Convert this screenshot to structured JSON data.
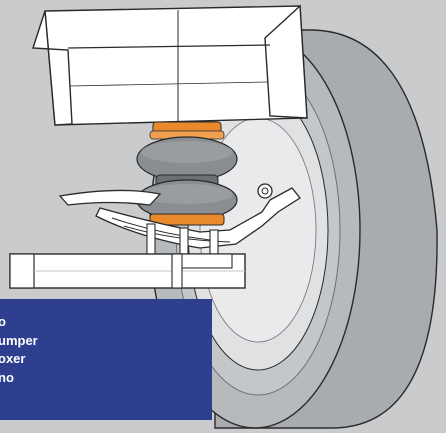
{
  "models": [
    {
      "label": "o"
    },
    {
      "label": "umper"
    },
    {
      "label": "oxer"
    },
    {
      "label": "no"
    }
  ],
  "colors": {
    "background": "#c9cbcc",
    "tyre": "#a8acb0",
    "tyre_dark": "#8e9297",
    "wheel_rim": "#e9eaeb",
    "bellow_dark": "#6c6f74",
    "bellow_mid": "#8a8d91",
    "orange_plate": "#e8892c",
    "label_box": "#2e3f8f",
    "outline": "#2a2a2a"
  },
  "icons": [
    "tyre-icon",
    "air-spring-icon",
    "leaf-spring-icon",
    "chassis-frame-icon",
    "axle-icon"
  ]
}
